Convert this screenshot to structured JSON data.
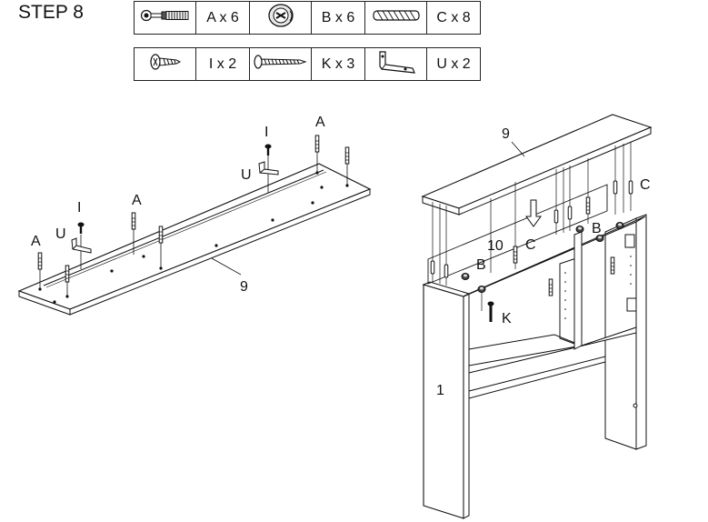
{
  "step": {
    "title": "STEP 8"
  },
  "parts": [
    {
      "id": "A",
      "label": "A x 6",
      "icon": "cam-bolt-icon"
    },
    {
      "id": "B",
      "label": "B x 6",
      "icon": "cam-lock-icon"
    },
    {
      "id": "C",
      "label": "C x 8",
      "icon": "wood-dowel-icon"
    },
    {
      "id": "I",
      "label": "I x 2",
      "icon": "short-screw-icon"
    },
    {
      "id": "K",
      "label": "K x 3",
      "icon": "long-screw-icon"
    },
    {
      "id": "U",
      "label": "U x 2",
      "icon": "angle-bracket-icon"
    }
  ],
  "left_view": {
    "panel_number": "9",
    "callouts": [
      "I",
      "A",
      "U",
      "I",
      "A",
      "U",
      "A"
    ]
  },
  "right_view": {
    "top_panel_number": "9",
    "rail_number": "10",
    "side_panel_number": "1",
    "callouts": [
      "C",
      "C",
      "B",
      "B",
      "K"
    ]
  }
}
